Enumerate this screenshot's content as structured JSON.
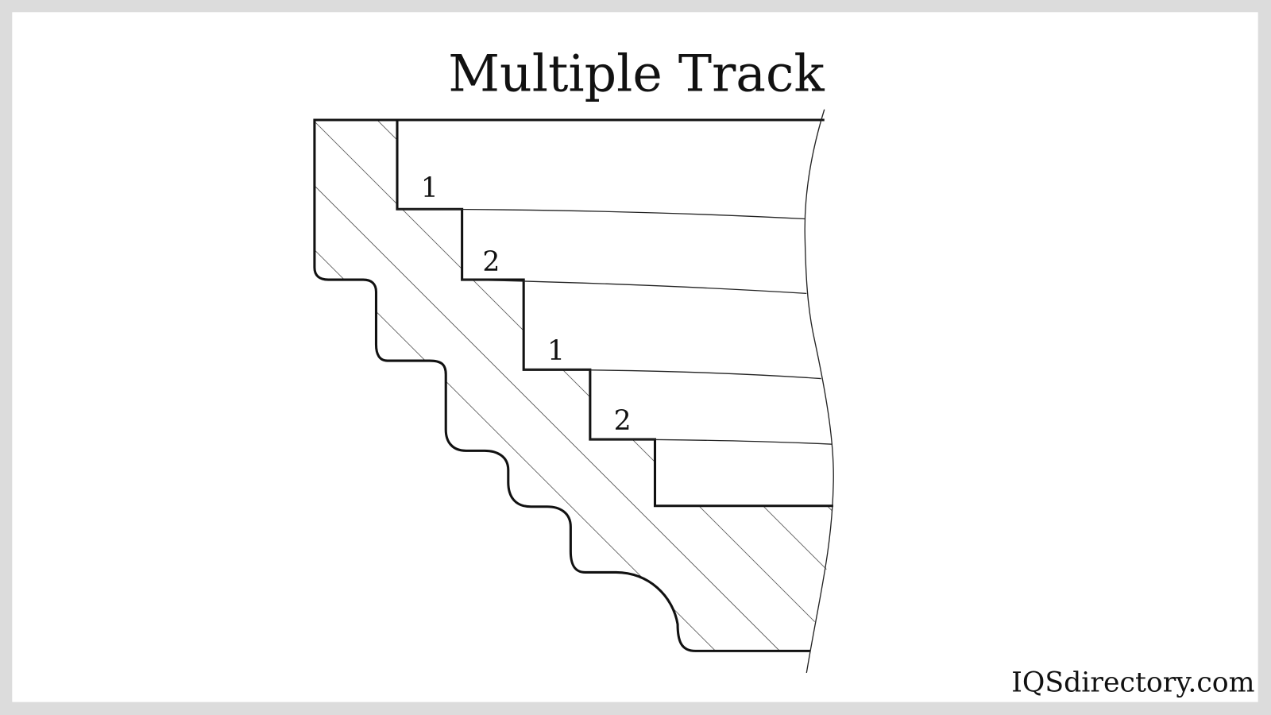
{
  "title": "Multiple Track",
  "track_labels": [
    "1",
    "2",
    "1",
    "2"
  ],
  "watermark": "IQSdirectory.com",
  "colors": {
    "background": "#dcdcdc",
    "panel": "#ffffff",
    "ink": "#111111"
  }
}
